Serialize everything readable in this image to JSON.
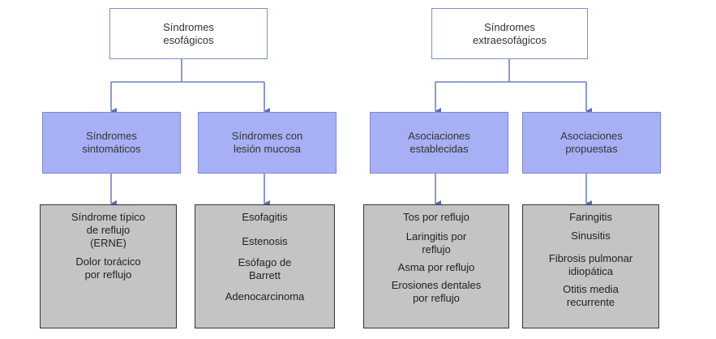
{
  "colors": {
    "connector": "#6f80c4",
    "category_fill": "#a7b0f5",
    "list_fill": "#c4c4c4"
  },
  "groups": [
    {
      "title": [
        "Síndromes",
        "esofágicos"
      ],
      "branches": [
        {
          "label": [
            "Síndromes",
            "sintomáticos"
          ],
          "items": [
            [
              "Síndrome típico",
              "de reflujo",
              "(ERNE)"
            ],
            [
              "Dolor torácico",
              "por reflujo"
            ]
          ]
        },
        {
          "label": [
            "Síndromes con",
            "lesión mucosa"
          ],
          "items": [
            [
              "Esofagitis"
            ],
            [
              "Estenosis"
            ],
            [
              "Esófago de",
              "Barrett"
            ],
            [
              "Adenocarcinoma"
            ]
          ]
        }
      ]
    },
    {
      "title": [
        "Síndromes",
        "extraesofágicos"
      ],
      "branches": [
        {
          "label": [
            "Asociaciones",
            "establecidas"
          ],
          "items": [
            [
              "Tos por reflujo"
            ],
            [
              "Laringitis por",
              "reflujo"
            ],
            [
              "Asma por reflujo"
            ],
            [
              "Erosiones dentales",
              "por reflujo"
            ]
          ]
        },
        {
          "label": [
            "Asociaciones",
            "propuestas"
          ],
          "items": [
            [
              "Faringitis"
            ],
            [
              "Sinusitis"
            ],
            [
              "Fibrosis pulmonar",
              "idiopática"
            ],
            [
              "Otitis media",
              "recurrente"
            ]
          ]
        }
      ]
    }
  ]
}
